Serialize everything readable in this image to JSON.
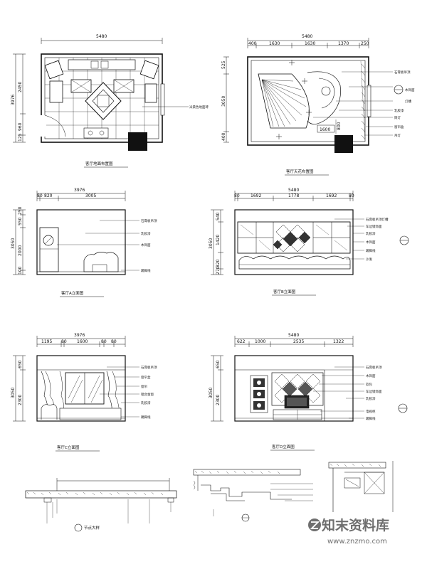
{
  "watermark": {
    "brand_cn": "知末资料库",
    "brand_url": "www.znzmo.com"
  },
  "plan_floor": {
    "caption": "客厅地面布置图",
    "dims": {
      "width": "5480",
      "height_total": "3976",
      "height_upper": "2450",
      "height_mid": "960",
      "height_low": "125"
    },
    "annotation": "米黄色地面砖"
  },
  "plan_ceiling": {
    "caption": "客厅天花布置图",
    "dims": {
      "width": "5480",
      "seg1": "400",
      "seg2": "1630",
      "seg3": "1630",
      "seg4": "1370",
      "seg5": "250",
      "h_top": "525",
      "h_mid": "3050",
      "h_low": "400",
      "inner": "1600",
      "inner2": "800"
    },
    "annotations": [
      "石膏板吊顶",
      "木饰面",
      "灯槽",
      "乳胶漆",
      "筒灯",
      "窗帘盒",
      "吊灯"
    ]
  },
  "elev_a": {
    "caption": "客厅A立面图",
    "dims": {
      "width": "3976",
      "seg1": "80",
      "seg2": "820",
      "seg3": "3005",
      "h_total": "3050",
      "h1": "250",
      "h2": "550",
      "h3": "2000",
      "h4": "100"
    },
    "annotations": [
      "石膏板吊顶",
      "乳胶漆",
      "木饰面",
      "踢脚线"
    ]
  },
  "elev_b": {
    "caption": "客厅B立面图",
    "dims": {
      "width": "5480",
      "seg1": "80",
      "seg2": "1692",
      "seg3": "1778",
      "seg4": "1692",
      "seg5": "80",
      "h_total": "3050",
      "h1": "540",
      "h2": "1420",
      "h3": "820",
      "h4": "270"
    },
    "annotations": [
      "石膏板吊顶灯槽",
      "车边镜饰面",
      "乳胶漆",
      "木饰面",
      "踢脚线",
      "沙发"
    ]
  },
  "elev_c": {
    "caption": "客厅C立面图",
    "dims": {
      "width": "3976",
      "seg1": "1195",
      "seg2": "80",
      "seg3": "1600",
      "seg4": "80",
      "seg5": "80",
      "h_total": "3050",
      "h1": "650",
      "h2": "2300"
    },
    "annotations": [
      "石膏板吊顶",
      "窗帘盒",
      "窗帘",
      "铝合金窗",
      "乳胶漆",
      "踢脚线"
    ]
  },
  "elev_d": {
    "caption": "客厅D立面图",
    "dims": {
      "width": "5480",
      "seg1": "622",
      "seg2": "1000",
      "seg3": "2535",
      "seg4": "1322",
      "h_total": "3050",
      "h1": "650",
      "h2": "2300"
    },
    "annotations": [
      "石膏板吊顶",
      "木饰面",
      "软包",
      "车边镜饰面",
      "乳胶漆",
      "电视柜",
      "踢脚线"
    ]
  },
  "details": {
    "caption1": "节点大样"
  }
}
